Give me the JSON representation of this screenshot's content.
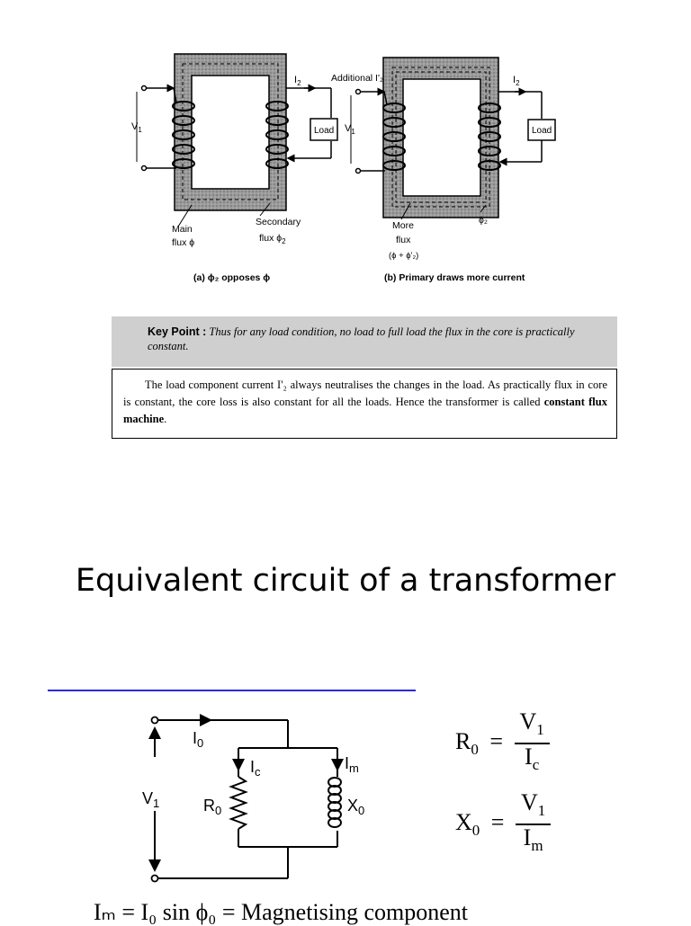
{
  "figure_a": {
    "v1": "V",
    "v1_sub": "1",
    "i2": "I",
    "i2_sub": "2",
    "load": "Load",
    "main_flux_line1": "Main",
    "main_flux_line2": "flux ϕ",
    "secondary_flux_line1": "Secondary",
    "secondary_flux_line2": "flux ϕ",
    "secondary_flux_sub": "2",
    "caption": "(a) ϕ₂ opposes ϕ"
  },
  "figure_b": {
    "additional": "Additional I'₂",
    "v1": "V",
    "v1_sub": "1",
    "i2": "I",
    "i2_sub": "2",
    "load": "Load",
    "phi2": "ϕ₂",
    "more_flux_line1": "More",
    "more_flux_line2": "flux",
    "more_flux_line3": "(ϕ + ϕ'₂)",
    "caption": "(b) Primary draws more current"
  },
  "key_point": {
    "label": "Key Point :",
    "text": "Thus for any load condition, no load to full load the flux in the core is practically constant."
  },
  "note": {
    "part1": "The load component current I'₂ always neutralises the changes in the load. As practically flux in core is constant, the core loss is also constant for all the loads. Hence the transformer is called ",
    "part2": "constant ",
    "part3": "flux machine",
    "part4": "."
  },
  "heading": "Equivalent circuit of a transformer",
  "circuit": {
    "i0": "I",
    "i0_sub": "0",
    "ic": "I",
    "ic_sub": "c",
    "im": "I",
    "im_sub": "m",
    "v1": "V",
    "v1_sub": "1",
    "r0": "R",
    "r0_sub": "0",
    "x0": "X",
    "x0_sub": "0"
  },
  "equations": {
    "r0_lhs": "R",
    "r0_lhs_sub": "0",
    "r0_num": "V",
    "r0_num_sub": "1",
    "r0_den": "I",
    "r0_den_sub": "c",
    "x0_lhs": "X",
    "x0_lhs_sub": "0",
    "x0_num": "V",
    "x0_num_sub": "1",
    "x0_den": "I",
    "x0_den_sub": "m",
    "equals": "="
  },
  "bottom_formula": "Iₘ  =  I₀ sin ϕ₀ = Magnetising component"
}
